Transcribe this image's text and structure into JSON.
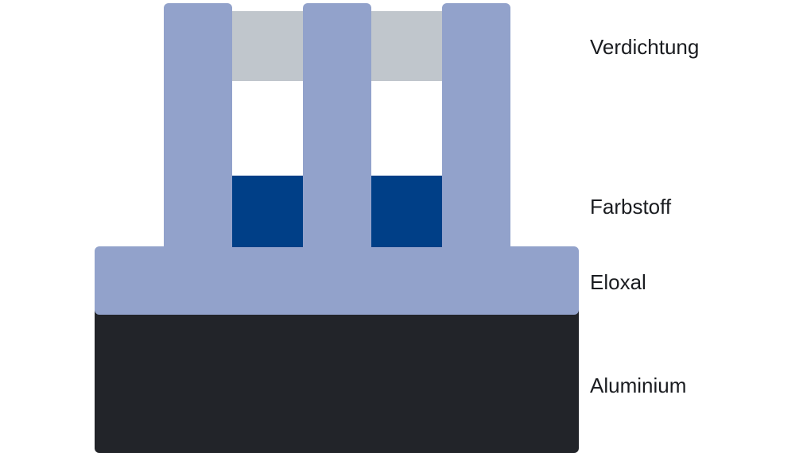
{
  "labels": {
    "sealing": "Verdichtung",
    "dye": "Farbstoff",
    "anodic": "Eloxal",
    "aluminium": "Aluminium"
  },
  "colors": {
    "sealing": "#c0c6cc",
    "dye": "#003f87",
    "anodic": "#92a2cb",
    "aluminium": "#222429",
    "pore_empty": "#ffffff"
  },
  "structure": {
    "pillar_count": 3,
    "pore_count": 2
  }
}
